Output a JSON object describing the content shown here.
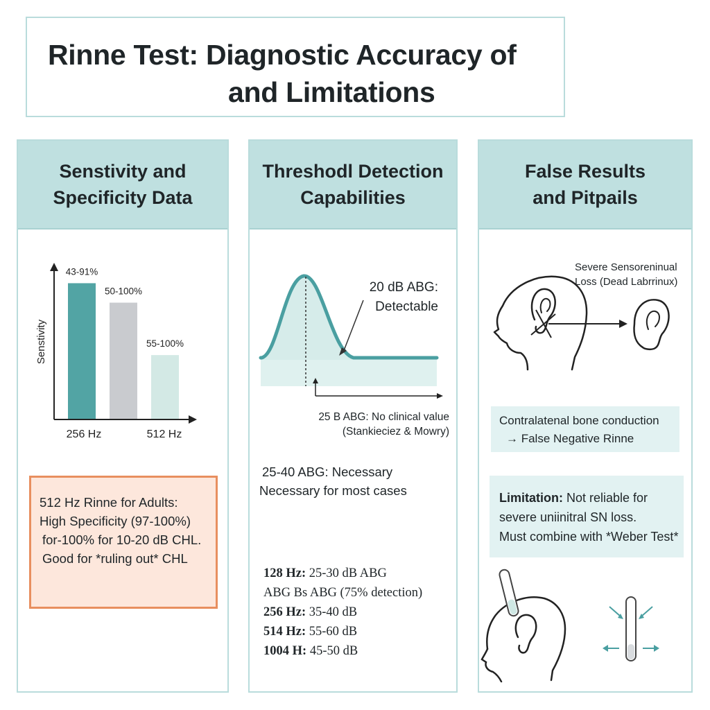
{
  "title": {
    "line1": "Rinne Test: Diagnostic Accuracy of",
    "line2": "and Limitations"
  },
  "panels": {
    "sensitivity": {
      "heading": [
        "Senstivity and",
        "Specificity Data"
      ],
      "chart_ylabel": "Senstivity",
      "bar_labels": [
        "43-91%",
        "50-100%",
        "55-100%"
      ],
      "x_labels": [
        "256 Hz",
        "512 Hz"
      ],
      "box_lines": [
        "512 Hz Rinne for Adults:",
        "High Specificity (97-100%)",
        "for-100% for 10-20 dB CHL.",
        "Good for *ruling out* CHL"
      ]
    },
    "threshold": {
      "heading": [
        "Threshodl Detection",
        "Capabilities"
      ],
      "curve_label": [
        "20 dB ABG:",
        "Detectable"
      ],
      "note_lines": [
        "25 B ABG: No clinical value",
        "(Stankieciez & Mowry)"
      ],
      "necessary_lines": [
        "25-40 ABG: Necessary",
        "Necessary for most cases"
      ],
      "freq_rows": [
        {
          "freq": "128 Hz:",
          "val": " 25-30 dB ABG"
        },
        {
          "freq": "",
          "val": "ABG Bs ABG (75% detection)"
        },
        {
          "freq": "256 Hz:",
          "val": " 35-40 dB"
        },
        {
          "freq": "514 Hz:",
          "val": " 55-60 dB"
        },
        {
          "freq": "1004 H:",
          "val": " 45-50 dB"
        }
      ]
    },
    "false": {
      "heading": [
        "False Results",
        "and Pitpails"
      ],
      "ear_label": [
        "Severe Sensoreninual",
        "Loss (Dead Labrrinux)"
      ],
      "contra_lines": [
        "Contralatenal bone conduction",
        "→ False Negative Rinne"
      ],
      "limitation_title": "Limitation:",
      "limitation_lines": [
        " Not reliable for",
        "severe uniinitral SN loss.",
        "Must combine with *Weber Test*"
      ]
    }
  },
  "chart_data": {
    "type": "bar",
    "categories": [
      "43-91%",
      "50-100%",
      "55-100%"
    ],
    "series": [
      {
        "values": [
          91,
          78,
          43
        ]
      }
    ],
    "values": [
      91,
      78,
      43
    ],
    "xlabel": "",
    "ylabel": "Senstivity",
    "ylim": [
      0,
      100
    ],
    "colors": [
      "#52a4a4",
      "#c9cbcf",
      "#d3e9e5"
    ]
  },
  "colors": {
    "teal": "#4a9fa1",
    "teal_light": "#bfe0e0",
    "peach_border": "#e88f5f",
    "peach_fill": "#fde7dc"
  }
}
